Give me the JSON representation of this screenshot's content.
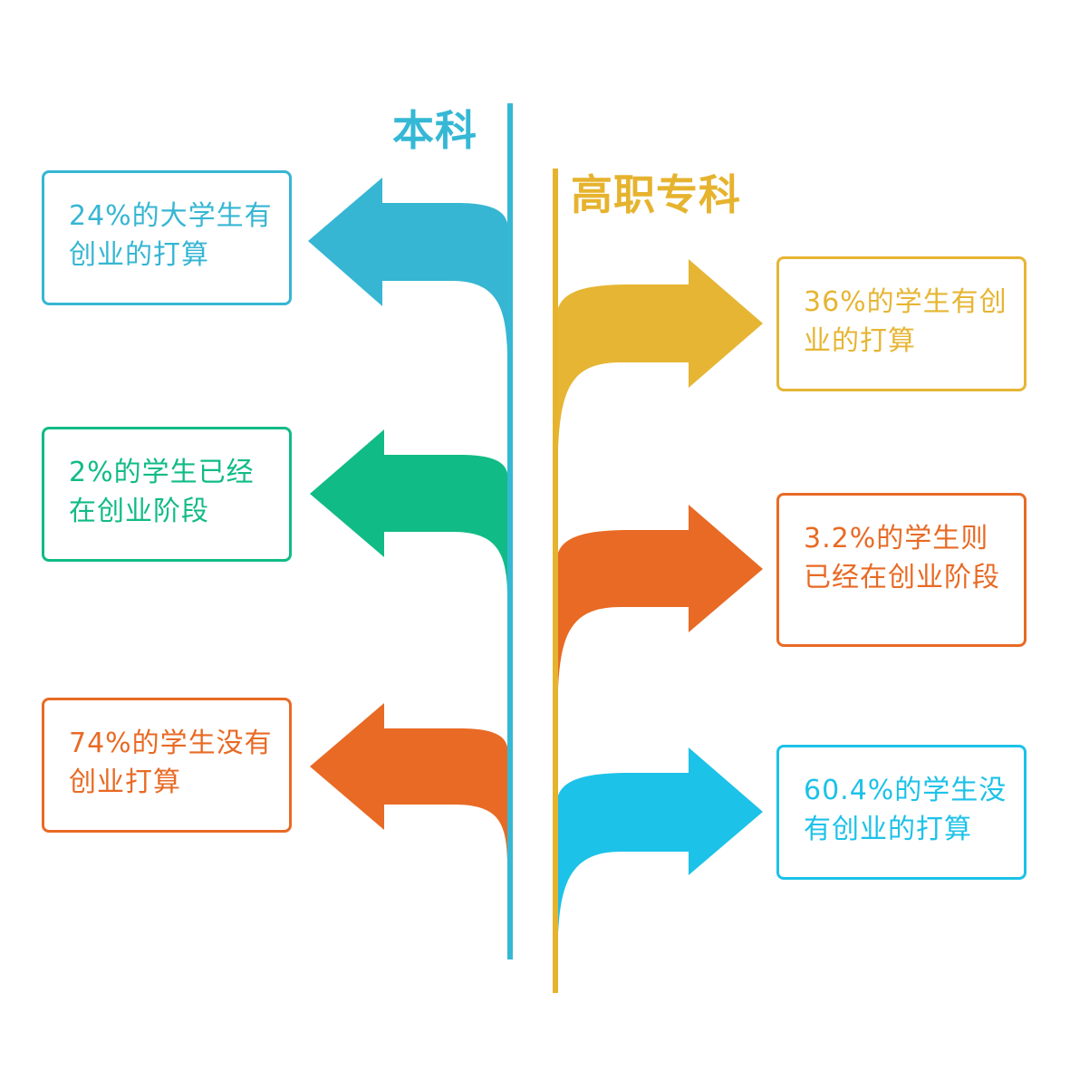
{
  "headings": {
    "left": "本科",
    "right": "高职专科"
  },
  "colors": {
    "blue_line": "#35b8d5",
    "gold_line": "#e6b32e",
    "teal": "#36b6d3",
    "green": "#11bb86",
    "orange": "#e86a24",
    "gold": "#e6b533",
    "cyan": "#1cc2e8"
  },
  "boxes": {
    "left_1": "24%的大学生有创业的打算",
    "left_2": "2%的学生已经在创业阶段",
    "left_3": "74%的学生没有创业打算",
    "right_1": "36%的学生有创业的打算",
    "right_2": "3.2%的学生则已经在创业阶段",
    "right_3": "60.4%的学生没有创业的打算"
  },
  "arrows": {
    "left": [
      "left-pointing",
      "left-pointing",
      "left-pointing"
    ],
    "right": [
      "right-pointing",
      "right-pointing",
      "right-pointing"
    ]
  }
}
